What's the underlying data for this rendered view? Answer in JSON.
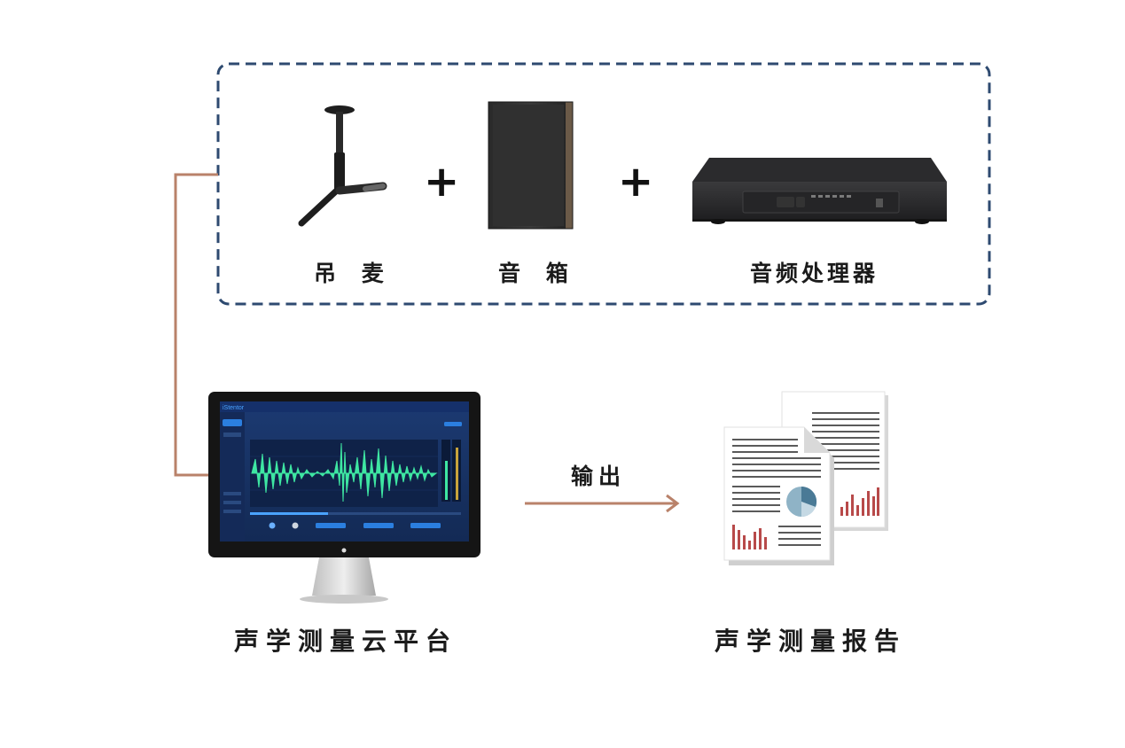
{
  "equipment": {
    "mic_label": "吊 麦",
    "speaker_label": "音 箱",
    "processor_label": "音频处理器",
    "plus_symbol": "+"
  },
  "platform": {
    "label": "声学测量云平台",
    "screen_brand": "iStentor"
  },
  "output": {
    "label": "输出"
  },
  "report": {
    "label": "声学测量报告"
  },
  "colors": {
    "dashed_border": "#2e4a70",
    "connector": "#b9826a",
    "report_bars": "#b84a4a",
    "waveform": "#3ee6a2",
    "screen_bg": "#1a3466"
  }
}
